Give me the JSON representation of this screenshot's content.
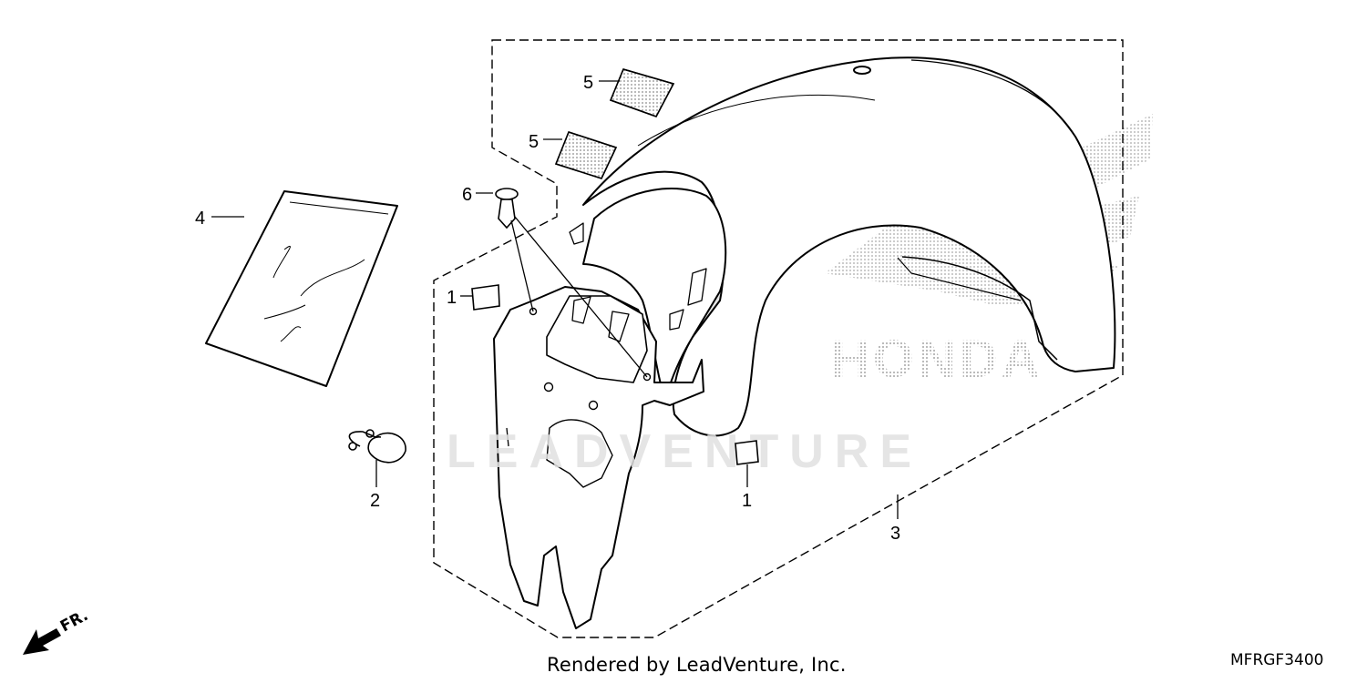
{
  "diagram": {
    "callouts": {
      "c1a": "1",
      "c1b": "1",
      "c2": "2",
      "c3": "3",
      "c4": "4",
      "c5a": "5",
      "c5b": "5",
      "c6": "6"
    },
    "direction_label": "FR.",
    "watermark": "LEADVENTURE",
    "brand_watermark": "HONDA"
  },
  "footer": {
    "credit": "Rendered by LeadVenture, Inc.",
    "diagram_code": "MFRGF3400"
  },
  "colors": {
    "line": "#000000",
    "watermark": "#d9d9d9",
    "dots": "#888888"
  }
}
